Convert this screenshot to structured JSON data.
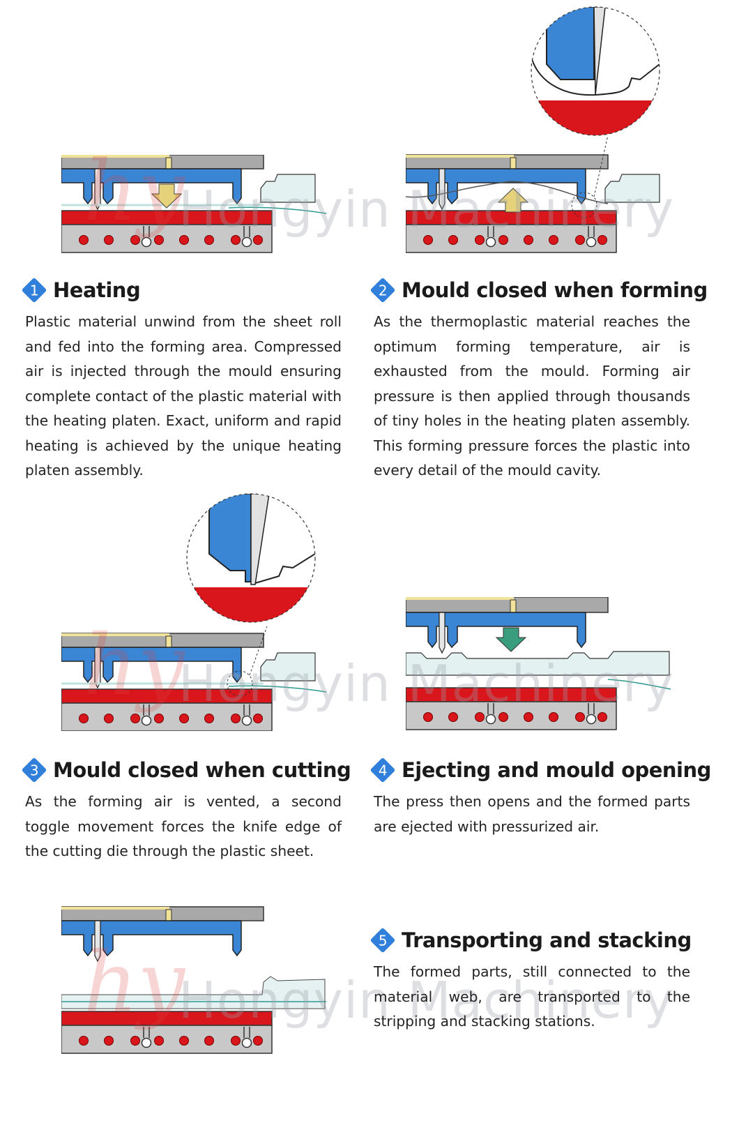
{
  "watermark": {
    "brand": "Hongyin Machinery",
    "logo": "hy"
  },
  "colors": {
    "platen": "#d9161c",
    "mould": "#3a86d4",
    "steel": "#a9a9a9",
    "badge": "#2f7fdb",
    "arrow_yellow": "#e6d27a",
    "arrow_green": "#3a9d7e"
  },
  "steps": [
    {
      "number": "1",
      "title": "Heating",
      "text": "Plastic material unwind from the sheet roll and fed into the forming area. Compressed air is injected through the mould ensuring complete contact of the plastic material with the heating platen. Exact, uniform and rapid heating is achieved by the unique heating platen assembly."
    },
    {
      "number": "2",
      "title": "Mould closed when forming",
      "text": "As the thermoplastic material reaches the optimum forming temperature, air is exhausted from the mould. Forming air pressure is then applied through thousands of tiny holes in the heating platen assembly. This forming pressure forces the plastic into every detail of the mould cavity."
    },
    {
      "number": "3",
      "title": "Mould closed when cutting",
      "text": "As the forming air is vented, a second toggle movement forces the knife edge of the cutting die through the plastic sheet."
    },
    {
      "number": "4",
      "title": "Ejecting and mould opening",
      "text": "The press then opens and the formed parts are ejected with pressurized air."
    },
    {
      "number": "5",
      "title": "Transporting and stacking",
      "text": "The formed parts, still connected to the material web, are transported to the stripping and stacking stations."
    }
  ]
}
